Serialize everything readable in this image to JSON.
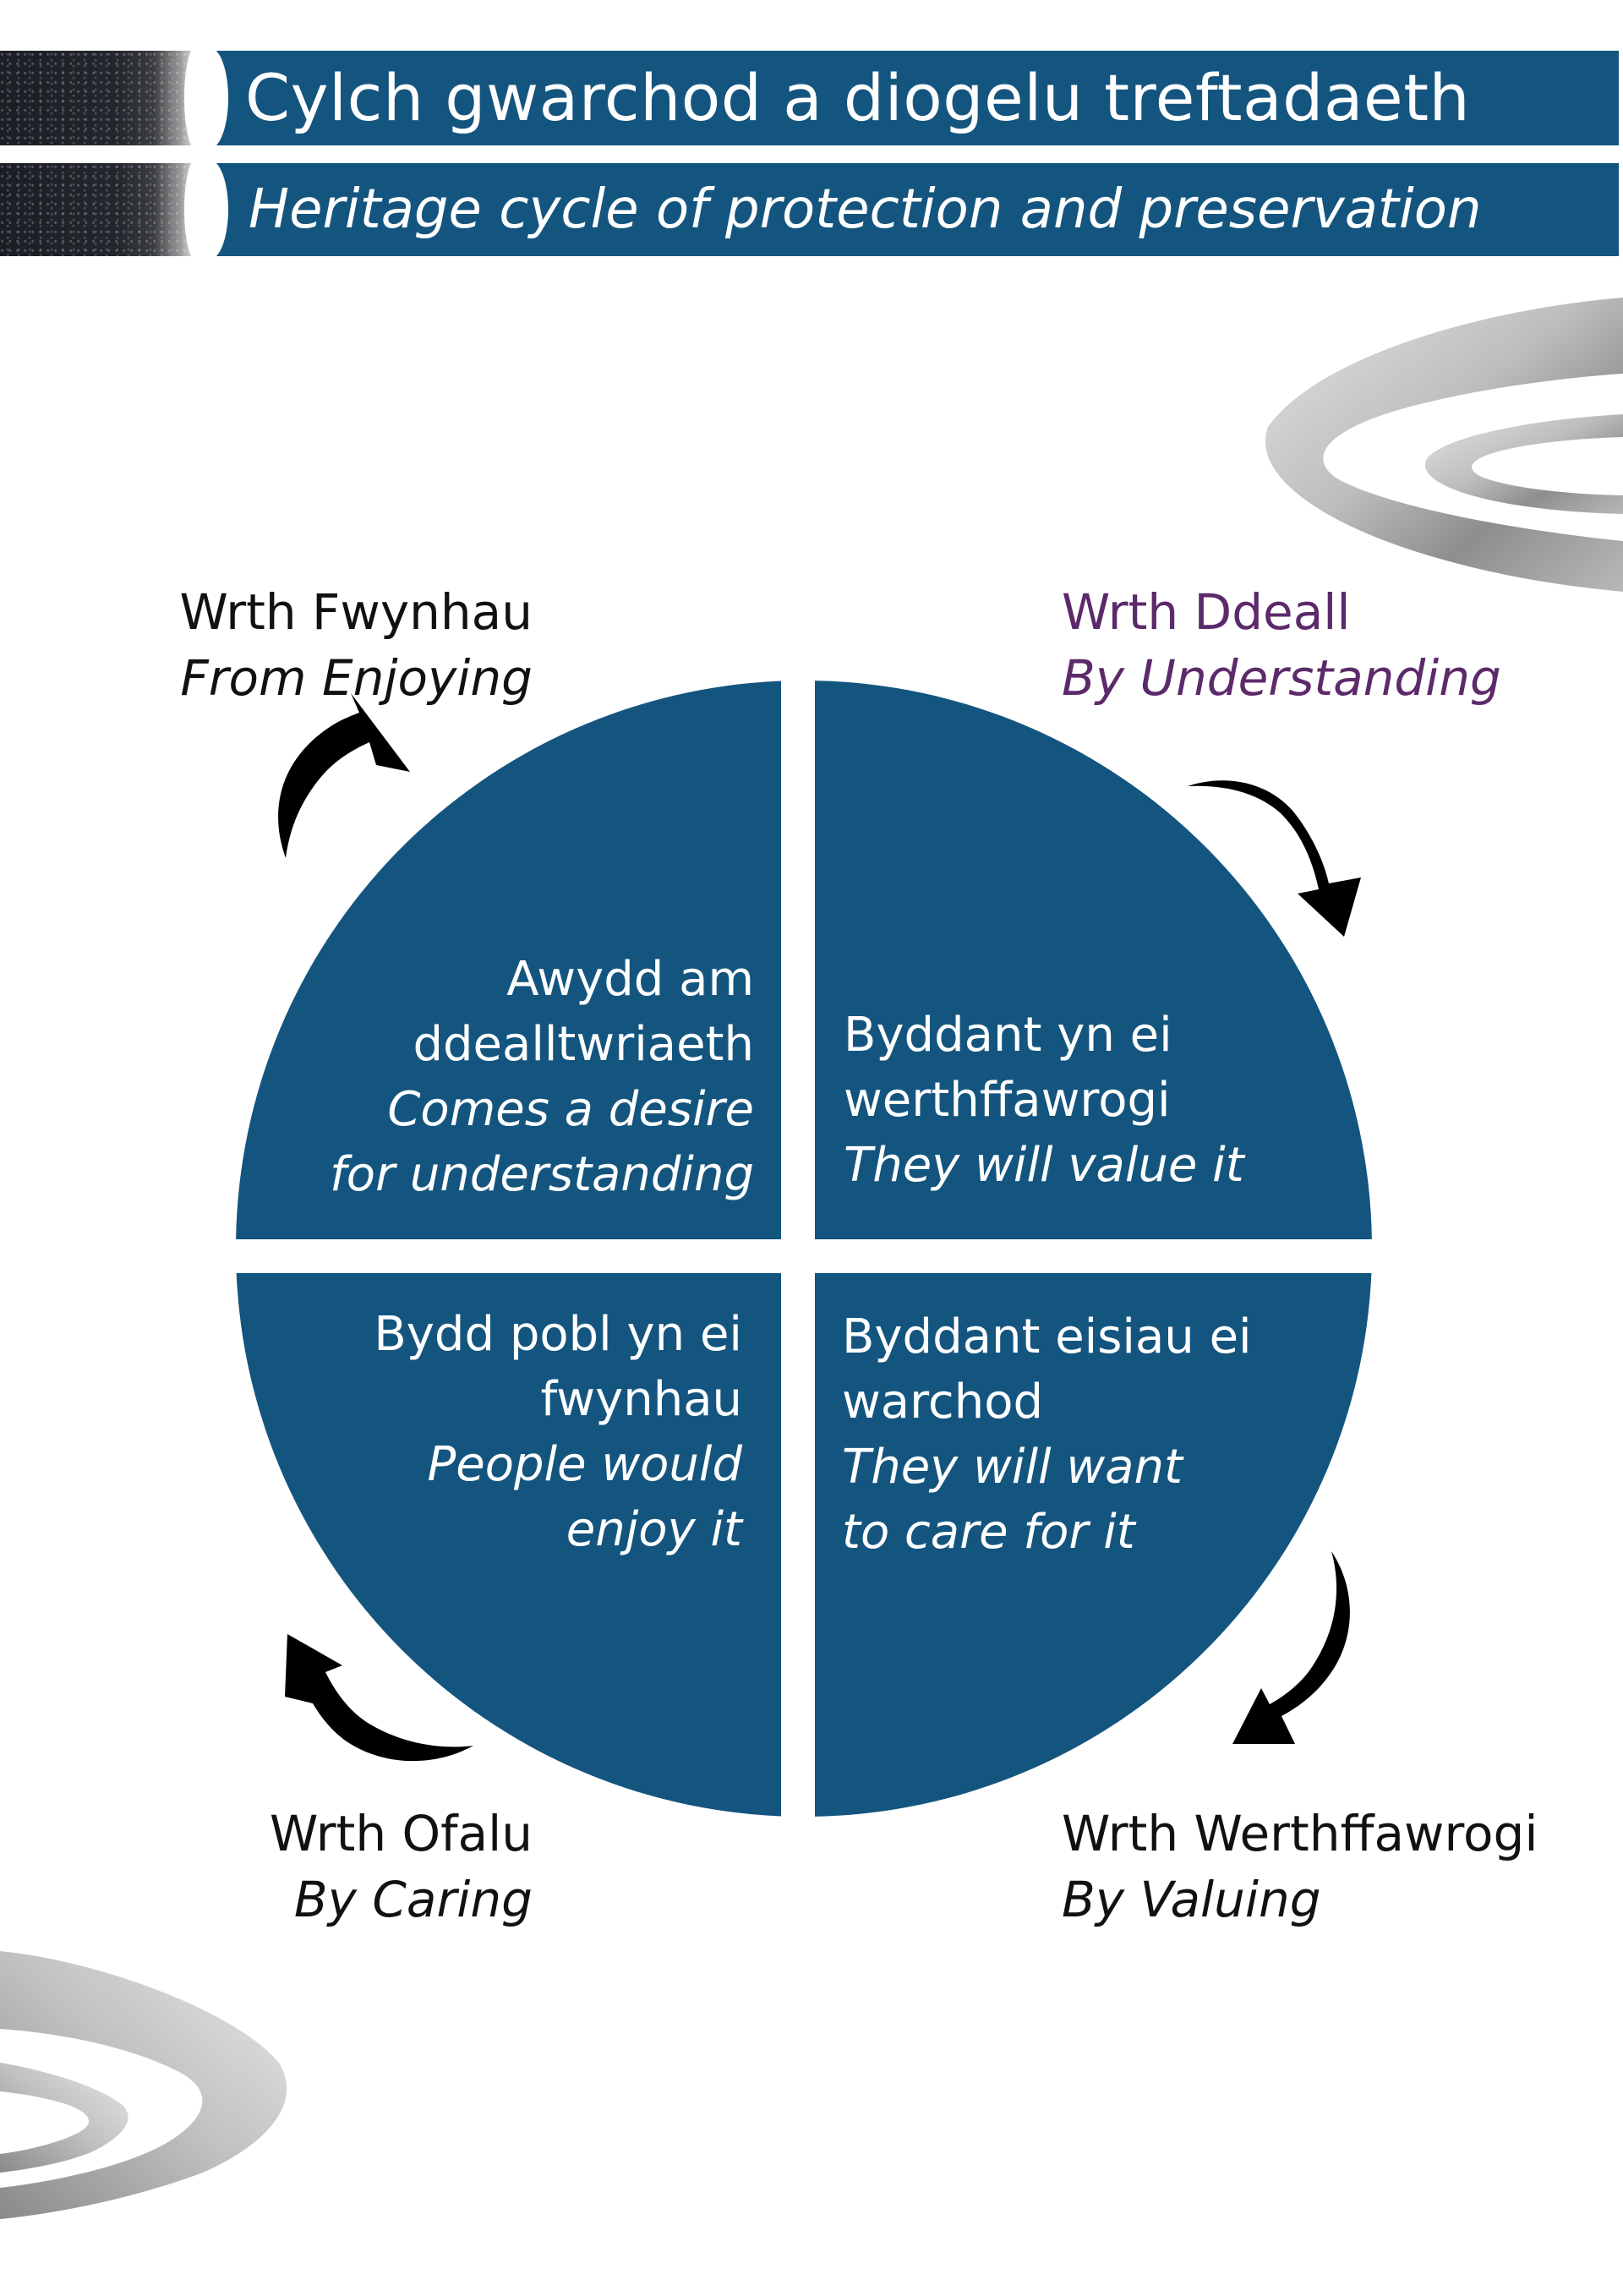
{
  "header": {
    "title_cy": "Cylch gwarchod a diogelu treftadaeth",
    "title_en": "Heritage cycle of protection and preservation"
  },
  "colors": {
    "primary_blue": "#14557f",
    "accent_purple": "#5c2a6b",
    "text_dark": "#111111",
    "text_light": "#ffffff"
  },
  "cycle_labels": {
    "top_left": {
      "cy": "Wrth Fwynhau",
      "en": "From Enjoying"
    },
    "top_right": {
      "cy": "Wrth Ddeall",
      "en": "By Understanding"
    },
    "bottom_right": {
      "cy": "Wrth Werthffawrogi",
      "en": "By Valuing"
    },
    "bottom_left": {
      "cy": "Wrth Ofalu",
      "en": "By Caring"
    }
  },
  "quadrants": {
    "top_left": {
      "cy_lines": [
        "Awydd am",
        "ddealltwriaeth"
      ],
      "en_lines": [
        "Comes a desire",
        "for understanding"
      ]
    },
    "top_right": {
      "cy_lines": [
        "Byddant yn ei",
        "werthffawrogi"
      ],
      "en_lines": [
        "They will value it"
      ]
    },
    "bottom_right": {
      "cy_lines": [
        "Byddant eisiau ei",
        "warchod"
      ],
      "en_lines": [
        "They will want",
        "to care for it"
      ]
    },
    "bottom_left": {
      "cy_lines": [
        "Bydd pobl yn ei",
        "fwynhau"
      ],
      "en_lines": [
        "People would",
        "enjoy it"
      ]
    }
  },
  "icons": {
    "arrows": [
      "curved-arrow-up-right",
      "curved-arrow-down-right",
      "curved-arrow-down-left",
      "curved-arrow-up-left"
    ],
    "decorations": [
      "swirl-top-right",
      "swirl-bottom-left",
      "textured-strip"
    ]
  }
}
